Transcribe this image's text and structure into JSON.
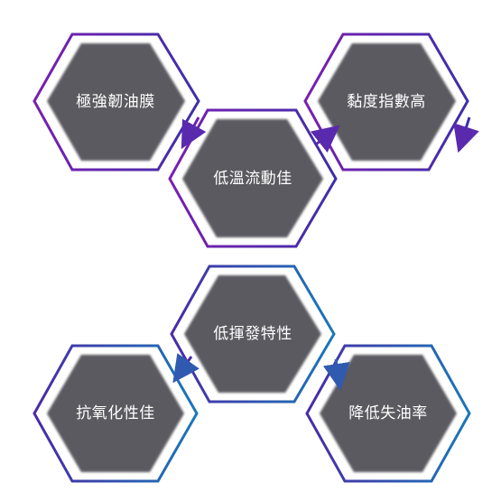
{
  "colors": {
    "hex_fill": "#5a5a60",
    "group_top": [
      "#7a1fb0",
      "#3e2fa8"
    ],
    "group_bottom": [
      "#4a2aa6",
      "#1a78b8"
    ]
  },
  "groups": {
    "top": {
      "items": [
        {
          "label": "極強韌油膜"
        },
        {
          "label": "黏度指數高"
        },
        {
          "label": "低溫流動佳"
        }
      ]
    },
    "bottom": {
      "items": [
        {
          "label": "低揮發特性"
        },
        {
          "label": "抗氧化性佳"
        },
        {
          "label": "降低失油率"
        }
      ]
    }
  }
}
